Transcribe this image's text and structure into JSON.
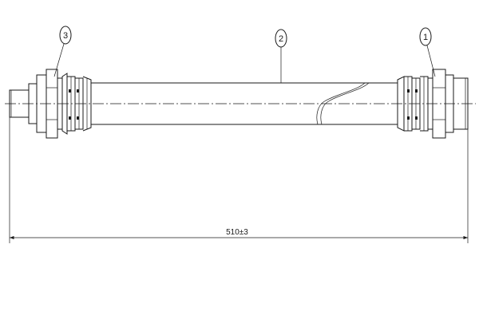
{
  "callouts": {
    "left_fitting": "3",
    "hose": "2",
    "right_fitting": "1"
  },
  "dimension": {
    "overall_length": "510±3"
  }
}
